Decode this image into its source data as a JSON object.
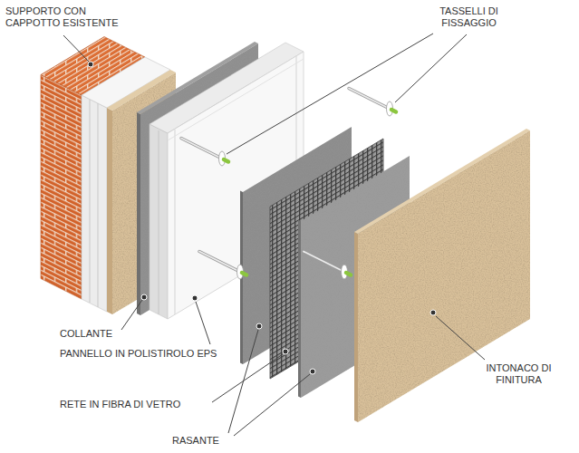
{
  "diagram": {
    "labels": [
      "SUPPORTO CON CAPPOTTO ESISTENTE",
      "TASSELLI DI FISSAGGIO",
      "COLLANTE",
      "PANNELLO IN POLISTIROLO EPS",
      "INTONACO DI FINITURA",
      "RETE IN FIBRA DI VETRO",
      "RASANTE"
    ]
  }
}
